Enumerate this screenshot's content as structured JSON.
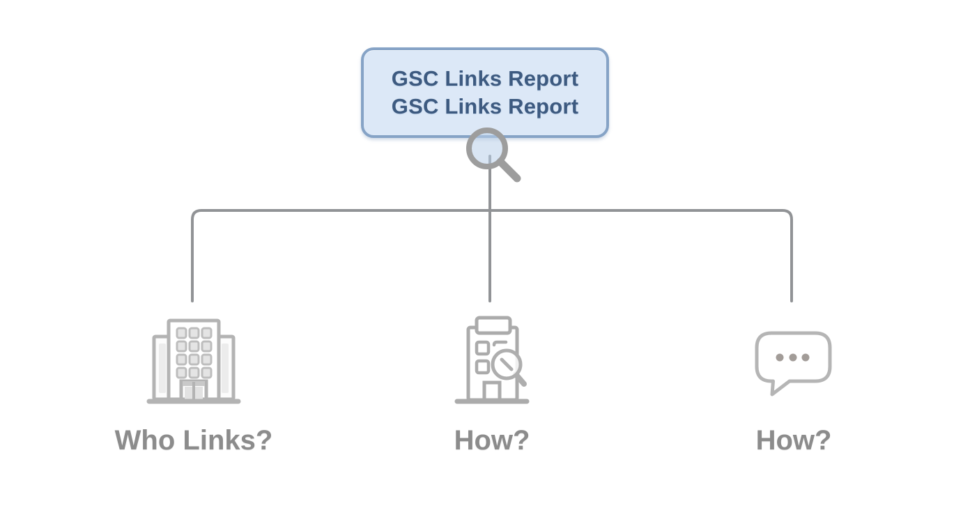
{
  "diagram": {
    "root": {
      "title_line1": "GSC Links Report",
      "title_line2": "GSC Links Report",
      "icon": "magnifier-icon"
    },
    "branches": [
      {
        "id": "who-links",
        "label": "Who Links?",
        "icon": "office-building-icon"
      },
      {
        "id": "how-audit",
        "label": "How?",
        "icon": "building-inspect-magnifier-icon"
      },
      {
        "id": "how-chat",
        "label": "How?",
        "icon": "speech-bubble-ellipsis-icon"
      }
    ],
    "colors": {
      "background": "#ffffff",
      "box_fill": "#dce8f7",
      "box_border": "#86a3c6",
      "box_text": "#3d5a80",
      "connector_line": "#909294",
      "magnifier_ring": "#9d9d9d",
      "magnifier_lens_fill": "#b9cfe9",
      "icon_stroke": "#b3b3b3",
      "icon_stroke_mid": "#ababab",
      "bubble_dot_fill": "#a29c98",
      "label_text": "#8c8c8c"
    }
  }
}
